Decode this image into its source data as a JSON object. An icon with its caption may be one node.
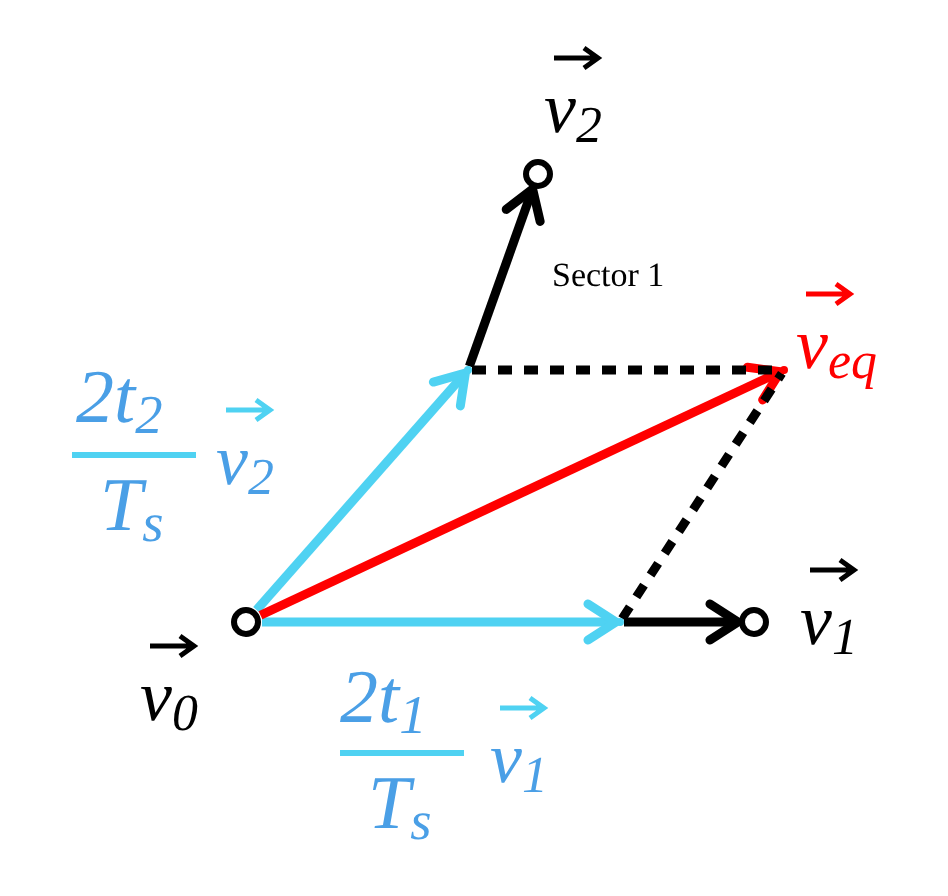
{
  "diagram": {
    "nodes": [
      {
        "text": [],
        "shape": "circle",
        "beside": [
          "v$_{0}$"
        ]
      },
      {
        "text": [],
        "shape": "circle",
        "beside": [
          "v$_{1}$"
        ]
      },
      {
        "text": [],
        "shape": "circle",
        "beside": [
          "v$_{2}$"
        ]
      },
      {
        "text": [],
        "shape": "point"
      },
      {
        "text": [],
        "shape": "point"
      },
      {
        "text": [],
        "shape": "point",
        "beside": [
          "v$_{eq}$"
        ]
      }
    ],
    "edges": [
      {
        "from": 0,
        "to": 3,
        "arrow": "to",
        "color": "#4fd2f2"
      },
      {
        "from": 3,
        "to": 2,
        "arrow": "to"
      },
      {
        "from": 0,
        "to": 4,
        "arrow": "to",
        "color": "#4fd2f2"
      },
      {
        "from": 4,
        "to": 1,
        "arrow": "to"
      },
      {
        "from": 0,
        "to": 5,
        "arrow": "to",
        "color": "#ff0000"
      },
      {
        "from": 3,
        "to": 5,
        "arrow": "none",
        "style": "dashed"
      },
      {
        "from": 4,
        "to": 5,
        "arrow": "none",
        "style": "dashed"
      }
    ],
    "labels": [
      "2t$_{2}$",
      "T$_{s}$",
      "v$_{2}$",
      "Sector 1",
      "2t$_{1}$",
      "T$_{s}$",
      "v$_{1}$"
    ]
  }
}
